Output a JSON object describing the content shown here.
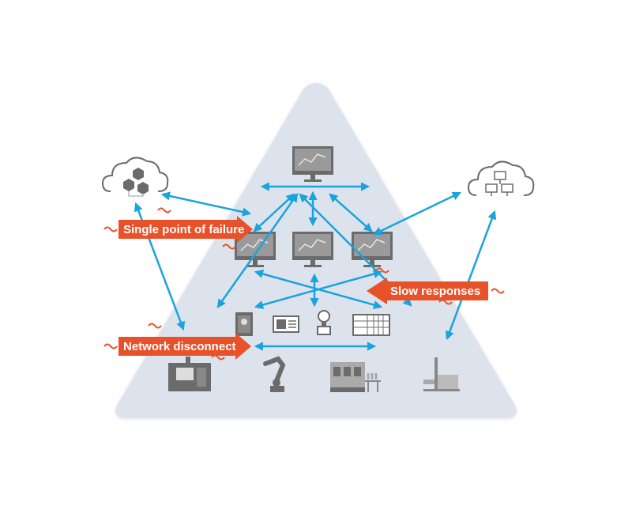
{
  "diagram": {
    "title": "",
    "colors": {
      "pyramid_fill": "#dde3ec",
      "arrow": "#1aa3dd",
      "callout": "#e8522a",
      "icon": "#6b6b6b",
      "cloud_stroke": "#6b6b6b"
    },
    "nodes": {
      "cloud_left": {
        "icon": "cloud-cubes-icon",
        "label": ""
      },
      "cloud_right": {
        "icon": "cloud-computers-icon",
        "label": ""
      },
      "top_monitor": {
        "icon": "analytics-monitor-icon"
      },
      "hmi_left": {
        "icon": "hmi-monitor-icon"
      },
      "hmi_center": {
        "icon": "hmi-monitor-icon"
      },
      "hmi_right": {
        "icon": "scada-monitor-icon"
      },
      "controllers": [
        {
          "icon": "drive-cabinet-icon"
        },
        {
          "icon": "panel-display-icon"
        },
        {
          "icon": "flow-meter-icon"
        },
        {
          "icon": "plc-rack-icon"
        }
      ],
      "machines": [
        {
          "icon": "cnc-machine-icon"
        },
        {
          "icon": "robot-arm-icon"
        },
        {
          "icon": "packaging-line-icon"
        },
        {
          "icon": "press-machine-icon"
        }
      ]
    },
    "callouts": [
      {
        "text": "Single point of failure",
        "direction": "right"
      },
      {
        "text": "Slow responses",
        "direction": "left"
      },
      {
        "text": "Network disconnect",
        "direction": "right"
      }
    ]
  }
}
